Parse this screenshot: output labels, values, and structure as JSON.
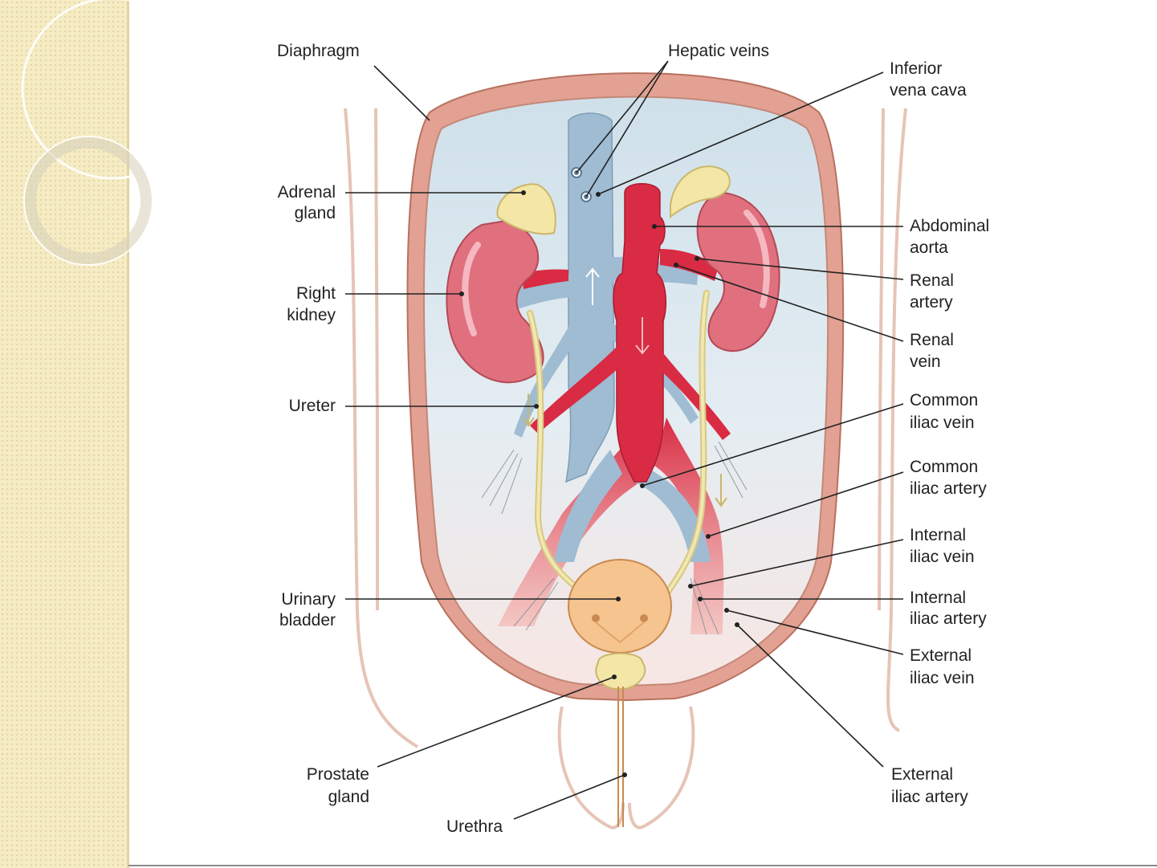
{
  "labels": {
    "diaphragm": "Diaphragm",
    "hepatic_veins": "Hepatic veins",
    "ivc": [
      "Inferior",
      "vena cava"
    ],
    "adrenal": [
      "Adrenal",
      "gland"
    ],
    "right_kidney": [
      "Right",
      "kidney"
    ],
    "ureter": "Ureter",
    "bladder": [
      "Urinary",
      "bladder"
    ],
    "prostate": [
      "Prostate",
      "gland"
    ],
    "urethra": "Urethra",
    "abdominal_aorta": [
      "Abdominal",
      "aorta"
    ],
    "renal_artery": [
      "Renal",
      "artery"
    ],
    "renal_vein": [
      "Renal",
      "vein"
    ],
    "common_iliac_vein": [
      "Common",
      "iliac vein"
    ],
    "common_iliac_artery": [
      "Common",
      "iliac artery"
    ],
    "internal_iliac_vein": [
      "Internal",
      "iliac vein"
    ],
    "internal_iliac_artery": [
      "Internal",
      "iliac artery"
    ],
    "external_iliac_vein": [
      "External",
      "iliac vein"
    ],
    "external_iliac_artery": [
      "External",
      "iliac artery"
    ]
  },
  "colors": {
    "artery": "#d92b43",
    "vein": "#9fbcd3",
    "kidney": "#e0707e",
    "adrenal": "#f3e6a6",
    "bladder": "#f5c48f",
    "ureter": "#f1e7b3",
    "cavity": "#dbe7ee",
    "wall": "#e2a192"
  }
}
